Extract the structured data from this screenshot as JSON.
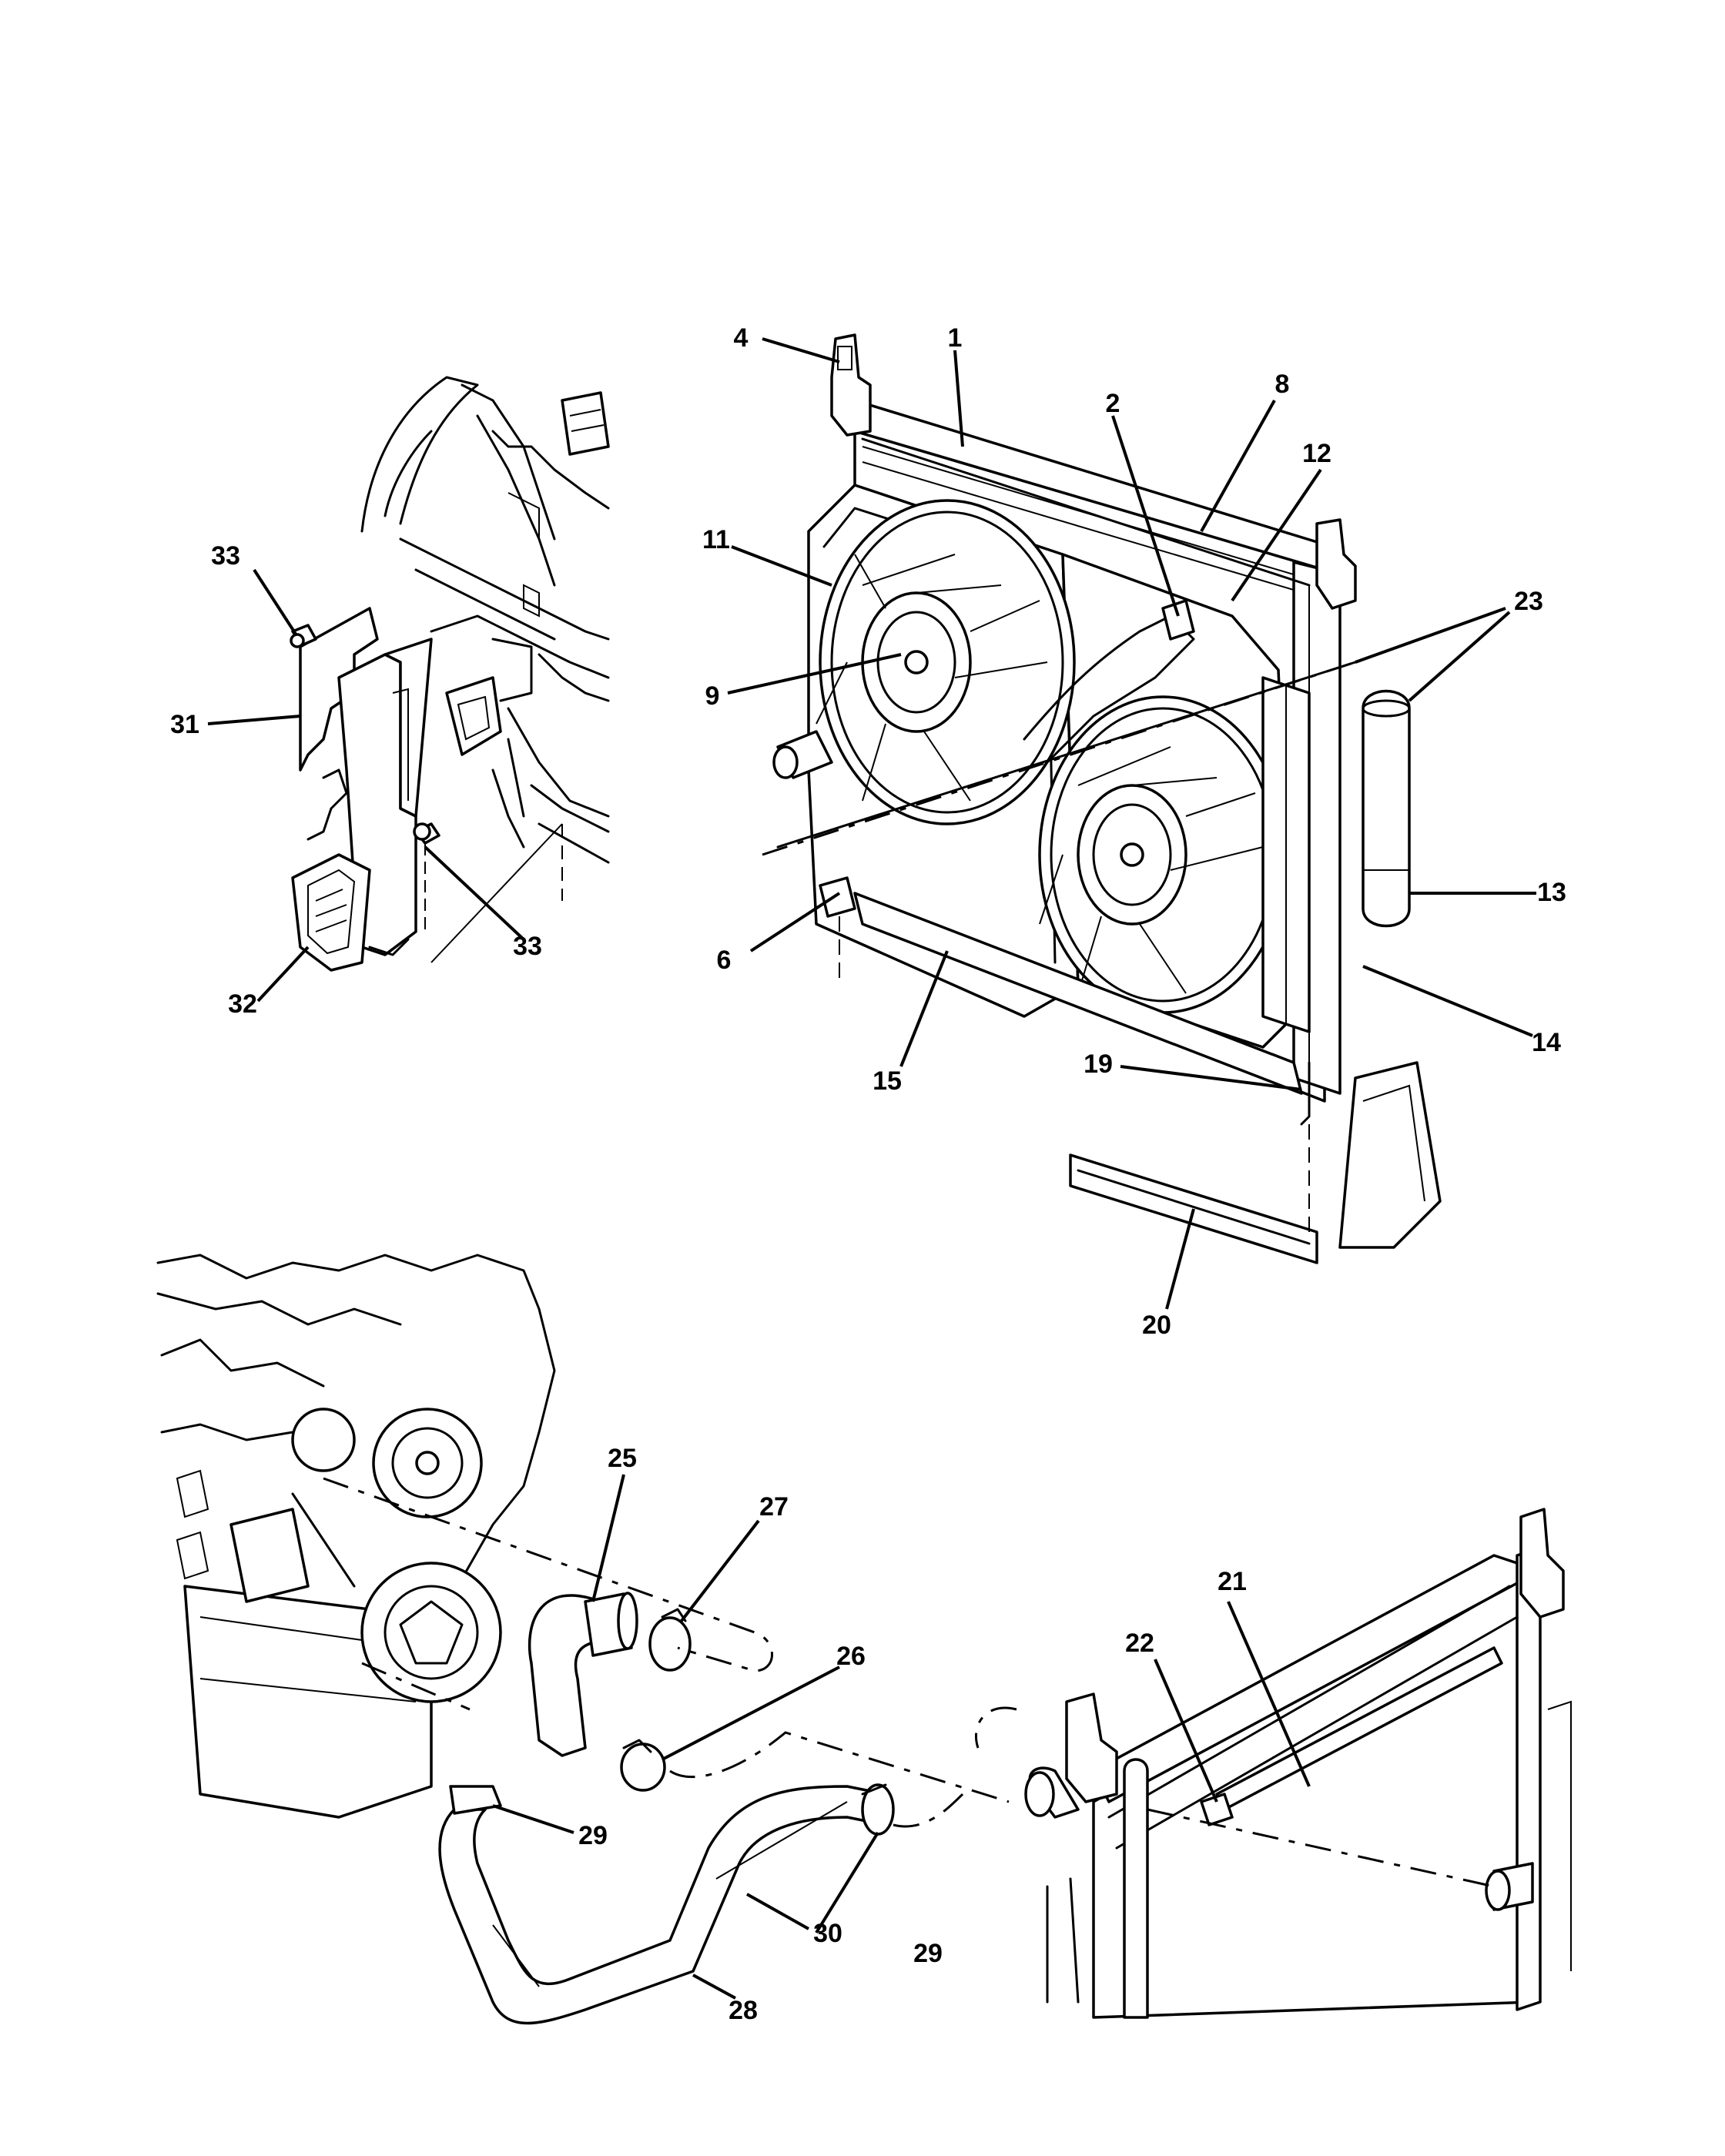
{
  "diagram": {
    "views": [
      {
        "id": "upper-left",
        "label": "air-deflector-view"
      },
      {
        "id": "upper-right",
        "label": "radiator-fan-module-view"
      },
      {
        "id": "lower-left",
        "label": "engine-hose-view"
      },
      {
        "id": "lower-right",
        "label": "radiator-hose-connection-view"
      }
    ],
    "callouts": {
      "c1": "1",
      "c2": "2",
      "c4": "4",
      "c6": "6",
      "c8": "8",
      "c9": "9",
      "c11": "11",
      "c12": "12",
      "c13": "13",
      "c14": "14",
      "c15": "15",
      "c19": "19",
      "c20": "20",
      "c21": "21",
      "c22": "22",
      "c23": "23",
      "c25": "25",
      "c26": "26",
      "c27": "27",
      "c28": "28",
      "c29a": "29",
      "c29b": "29",
      "c30": "30",
      "c31": "31",
      "c32": "32",
      "c33a": "33",
      "c33b": "33"
    }
  }
}
